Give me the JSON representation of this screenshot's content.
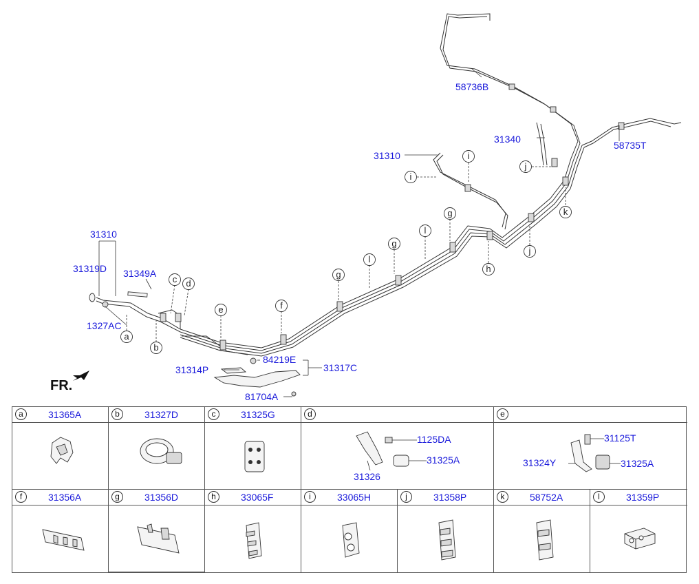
{
  "diagram": {
    "labels": {
      "p58736B": "58736B",
      "p58735T": "58735T",
      "p31340": "31340",
      "p31310_right": "31310",
      "p31310_left": "31310",
      "p31319D": "31319D",
      "p31349A": "31349A",
      "p1327AC": "1327AC",
      "p31314P": "31314P",
      "p84219E": "84219E",
      "p31317C": "31317C",
      "p81704A": "81704A"
    },
    "callouts": {
      "a": "a",
      "b": "b",
      "c": "c",
      "d": "d",
      "e": "e",
      "f": "f",
      "g": "g",
      "h": "h",
      "i": "i",
      "j": "j",
      "k": "k",
      "l": "l"
    },
    "front_indicator": "FR."
  },
  "legend": {
    "cells": [
      {
        "letter": "a",
        "part": "31365A"
      },
      {
        "letter": "b",
        "part": "31327D"
      },
      {
        "letter": "c",
        "part": "31325G"
      },
      {
        "letter": "d",
        "part": "",
        "items": [
          "1125DA",
          "31325A",
          "31326"
        ]
      },
      {
        "letter": "e",
        "part": "",
        "items": [
          "31125T",
          "31324Y",
          "31325A"
        ]
      },
      {
        "letter": "f",
        "part": "31356A"
      },
      {
        "letter": "g",
        "part": "31356D"
      },
      {
        "letter": "h",
        "part": "33065F"
      },
      {
        "letter": "i",
        "part": "33065H"
      },
      {
        "letter": "j",
        "part": "31358P"
      },
      {
        "letter": "k",
        "part": "58752A"
      },
      {
        "letter": "l",
        "part": "31359P"
      }
    ]
  }
}
